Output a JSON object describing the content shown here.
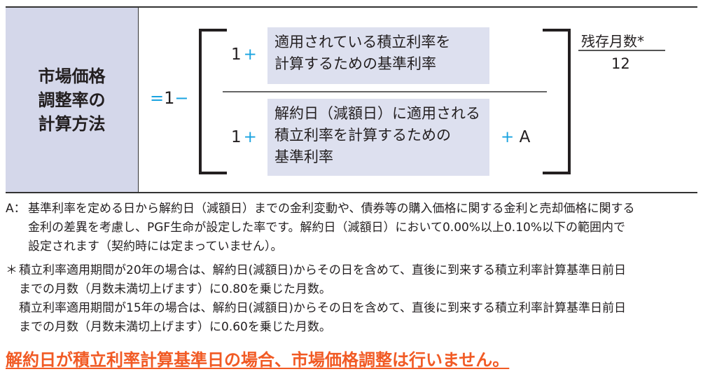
{
  "formula": {
    "label": "市場価格\n調整率の\n計算方法",
    "eq_prefix": "=",
    "one": "1",
    "minus": "−",
    "numerator_one": "1",
    "plus": "+",
    "numerator_text": "適用されている積立利率を\n計算するための基準利率",
    "denominator_one": "1",
    "denominator_text": "解約日（減額日）に適用される\n積立利率を計算するための\n基準利率",
    "plus_a_plus": "+",
    "plus_a": "A",
    "exponent_numerator": "残存月数*",
    "exponent_denominator": "12"
  },
  "notes": {
    "a_marker": "A：",
    "a_lines": [
      "基準利率を定める日から解約日（減額日）までの金利変動や、債券等の購入価格に関する金利と売却価格に関する",
      "金利の差異を考慮し、PGF生命が設定した率です。解約日（減額日）において0.00%以上0.10%以下の範囲内で",
      "設定されます（契約時には定まっていません）。"
    ],
    "star_marker": "＊",
    "star_lines": [
      "積立利率適用期間が20年の場合は、解約日(減額日)からその日を含めて、直後に到来する積立利率計算基準日前日",
      "までの月数（月数未満切上げます）に0.80を乗じた月数。",
      "積立利率適用期間が15年の場合は、解約日(減額日)からその日を含めて、直後に到来する積立利率計算基準日前日",
      "までの月数（月数未満切上げます）に0.60を乗じた月数。"
    ],
    "warning": "解約日が積立利率計算基準日の場合、市場価格調整は行いません。"
  },
  "colors": {
    "accent": "#1aa3e0",
    "warning": "#f15a24",
    "label_bg": "#d4d7ea",
    "box_bg": "#dde0ef"
  }
}
